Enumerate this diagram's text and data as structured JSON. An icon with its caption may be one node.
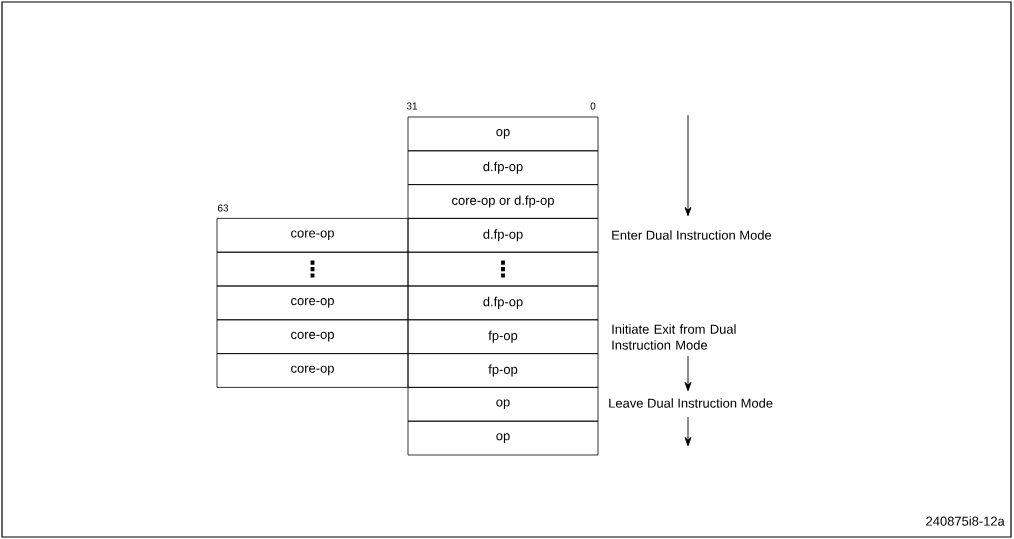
{
  "diagram": {
    "nodes": [
      {
        "text": [
          "op"
        ]
      },
      {
        "text": [
          "d.fp-op"
        ]
      },
      {
        "text": [
          "core-op or d.fp-op"
        ]
      },
      {
        "text": [
          "core-op"
        ]
      },
      {
        "text": [
          "d.fp-op"
        ]
      },
      {
        "text": [
          "⋮"
        ]
      },
      {
        "text": [
          "⋮"
        ]
      },
      {
        "text": [
          "core-op"
        ]
      },
      {
        "text": [
          "d.fp-op"
        ]
      },
      {
        "text": [
          "core-op"
        ]
      },
      {
        "text": [
          "fp-op"
        ]
      },
      {
        "text": [
          "core-op"
        ]
      },
      {
        "text": [
          "fp-op"
        ]
      },
      {
        "text": [
          "op"
        ]
      },
      {
        "text": [
          "op"
        ]
      }
    ],
    "labels": [
      "31",
      "0",
      "63",
      "Enter Dual Instruction Mode",
      "Initiate Exit from Dual Instruction Mode",
      "Leave Dual Instruction Mode",
      "240875i8-12a"
    ]
  }
}
